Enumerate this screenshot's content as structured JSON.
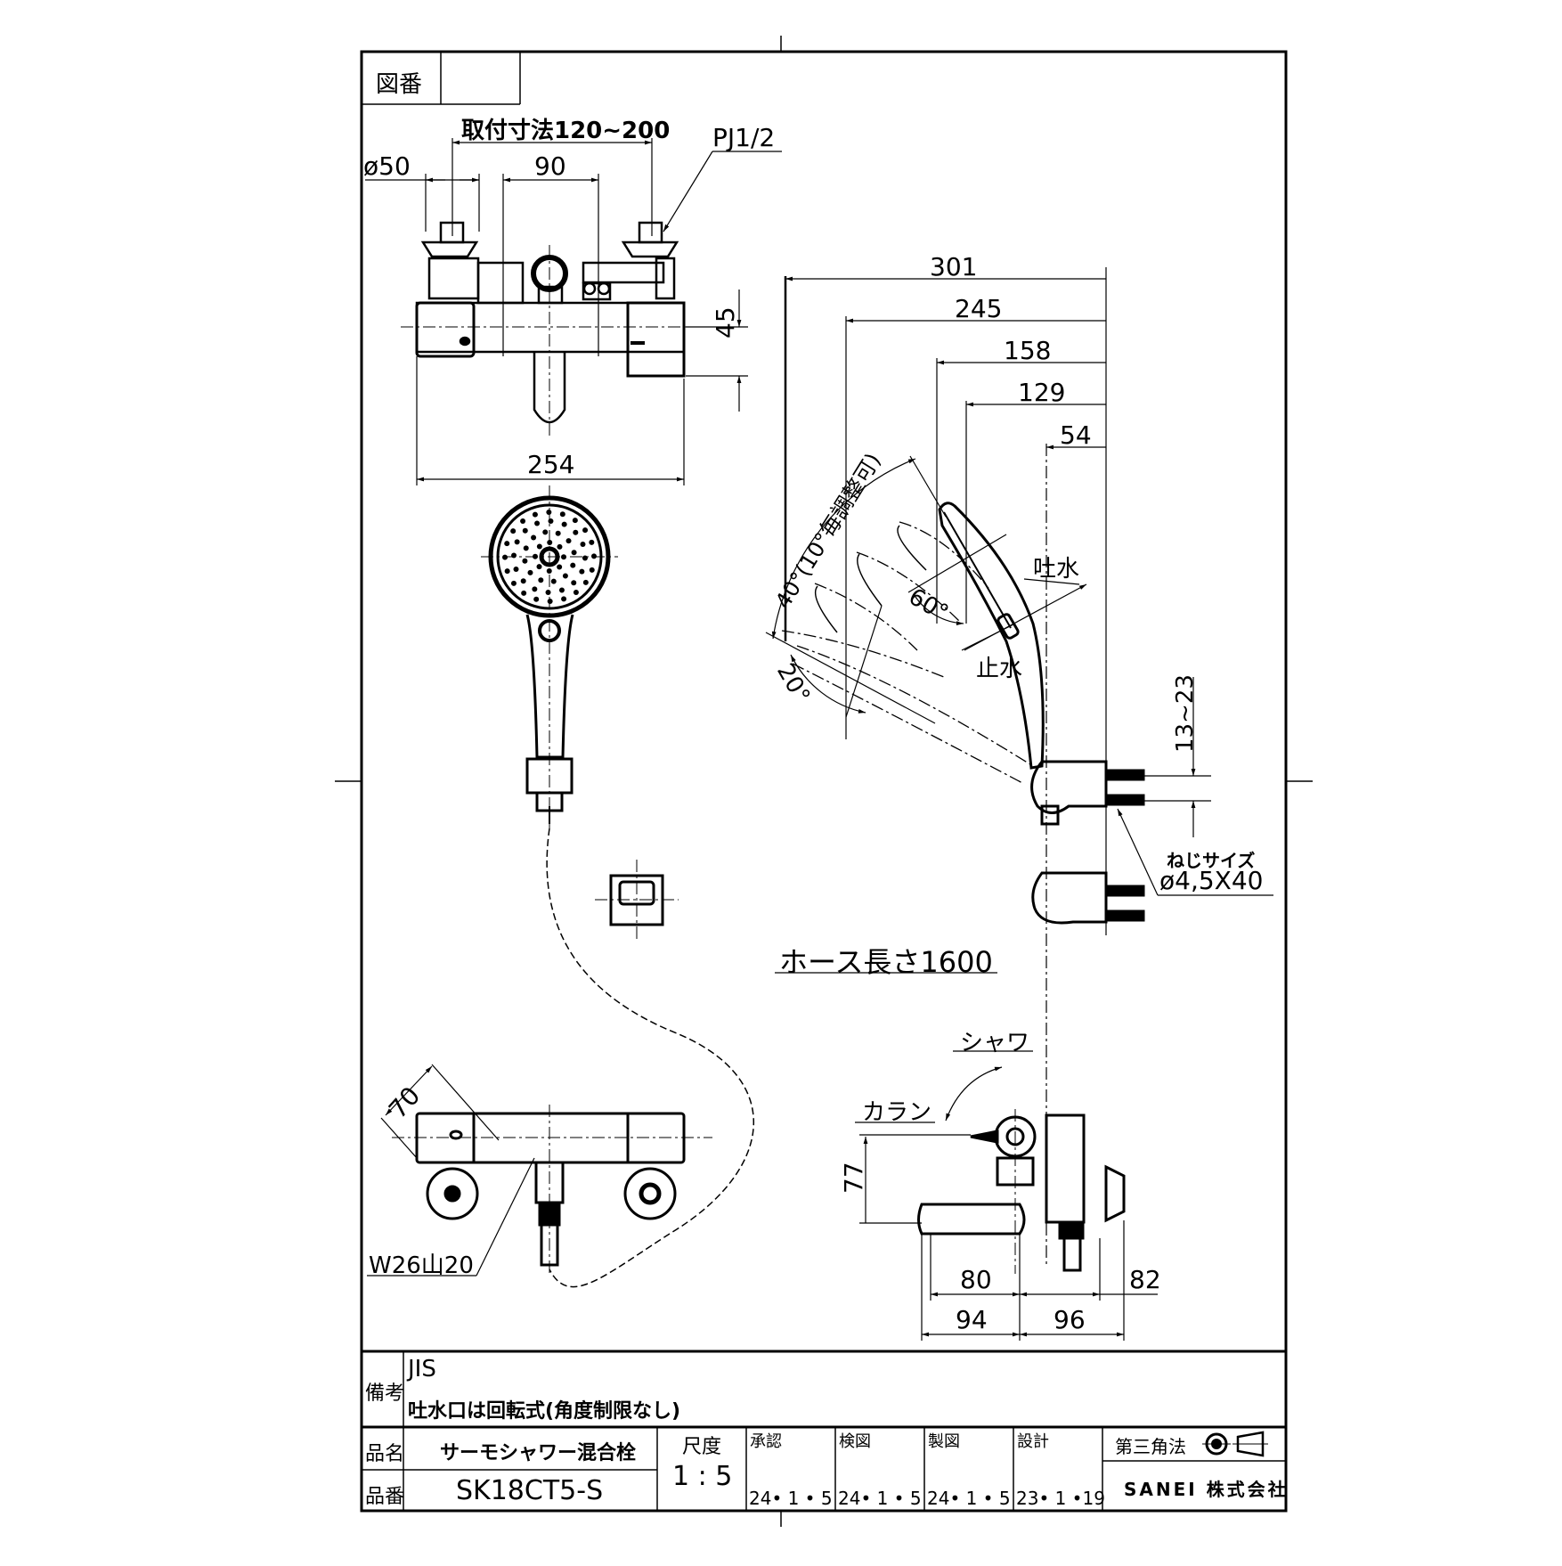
{
  "sheet": {
    "drawing_number_label": "図番",
    "drawing_number_value": ""
  },
  "front_view": {
    "mount_pitch": "取付寸法120~200",
    "diameter": "ø50",
    "spacing": "90",
    "pipe_thread": "PJ1/2",
    "height": "45",
    "width": "254"
  },
  "side_view": {
    "dim_301": "301",
    "dim_245": "245",
    "dim_158": "158",
    "dim_129": "129",
    "dim_54": "54",
    "angle_adjust": "40°(10°毎調整可)",
    "angle_60": "60°",
    "angle_20": "20°",
    "spout_label": "吐水",
    "stop_label": "止水",
    "bracket_range": "13~23",
    "screw_size_label": "ねじサイズ",
    "screw_size": "ø4,5X40",
    "hose_length": "ホース長さ1600"
  },
  "bottom_view": {
    "depth": "70",
    "thread": "W26山20"
  },
  "spout_view": {
    "shower_label": "シャワ",
    "tap_label": "カラン",
    "height": "77",
    "dim_80": "80",
    "dim_82": "82",
    "dim_94": "94",
    "dim_96": "96"
  },
  "title_block": {
    "remarks_label": "備考",
    "remarks_line1": "JIS",
    "remarks_line2": "吐水口は回転式(角度制限なし)",
    "product_name_label": "品名",
    "product_name": "サーモシャワー混合栓",
    "product_number_label": "品番",
    "product_number": "SK18CT5-S",
    "scale_label": "尺度",
    "scale": "1 : 5",
    "approved_label": "承認",
    "approved_date": "24• 1 • 5",
    "checked_label": "検図",
    "checked_date": "24• 1 • 5",
    "drawn_label": "製図",
    "drawn_date": "24• 1 • 5",
    "design_label": "設計",
    "design_date": "23• 1 •19",
    "projection_label": "第三角法",
    "company": "SANEI 株式会社"
  }
}
